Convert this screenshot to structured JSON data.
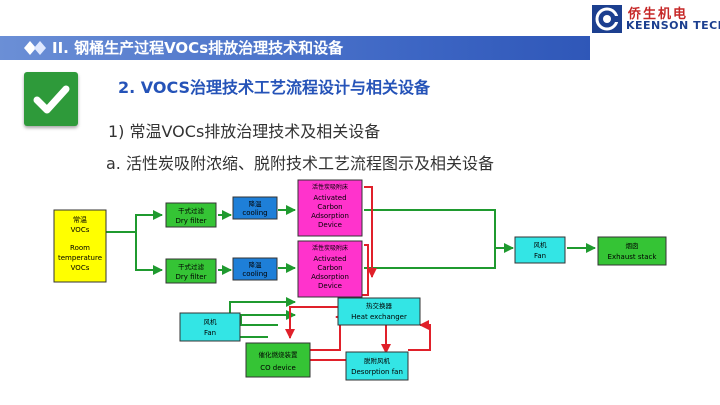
{
  "header": {
    "title": "II.  钢桶生产过程VOCs排放治理技术和设备"
  },
  "logo": {
    "name_cn": "侨生机电",
    "name_en": "KEENSON TECH"
  },
  "section": {
    "title": "2.  VOCS治理技术工艺流程设计与相关设备"
  },
  "items": [
    {
      "label": "1)  常温VOCs排放治理技术及相关设备"
    },
    {
      "label": "a.  活性炭吸附浓缩、脱附技术工艺流程图示及相关设备"
    }
  ],
  "colors": {
    "header_blue": "#3d66c4",
    "title_blue": "#2553b8",
    "check_green": "#2e9a3a",
    "flow_green": "#1f9a2f",
    "flow_red": "#e0202a",
    "source_yellow": "#ffff00",
    "equip_green": "#35c435",
    "cool_blue": "#1e7fd8",
    "magenta": "#ff33cc",
    "cyan": "#33e5e5"
  },
  "diagram": {
    "source": {
      "cn": "常温",
      "en1": "VOCs",
      "en2": "Room",
      "en3": "temperature",
      "en4": "VOCs"
    },
    "filter_top": {
      "cn": "干式过滤",
      "en": "Dry filter"
    },
    "filter_bottom": {
      "cn": "干式过滤",
      "en": "Dry filter"
    },
    "cooling_top": {
      "cn": "降温",
      "en": "cooling"
    },
    "cooling_bottom": {
      "cn": "降温",
      "en": "cooling"
    },
    "adsorb_top": {
      "cn": "活性炭吸附床",
      "l1": "Activated",
      "l2": "Carbon",
      "l3": "Adsorption",
      "l4": "Device"
    },
    "adsorb_bottom": {
      "cn": "活性炭吸附床",
      "l1": "Activated",
      "l2": "Carbon",
      "l3": "Adsorption",
      "l4": "Device"
    },
    "heat_exchanger": {
      "cn": "热交换器",
      "en": "Heat exchanger"
    },
    "fan_main": {
      "cn": "风机",
      "en": "Fan"
    },
    "stack": {
      "cn": "烟囱",
      "en": "Exhaust stack"
    },
    "fan_left": {
      "cn": "风机",
      "en": "Fan"
    },
    "co_device": {
      "cn": "催化燃烧装置",
      "en": "CO device"
    },
    "desorption_fan": {
      "cn": "脱附风机",
      "en": "Desorption fan"
    }
  }
}
